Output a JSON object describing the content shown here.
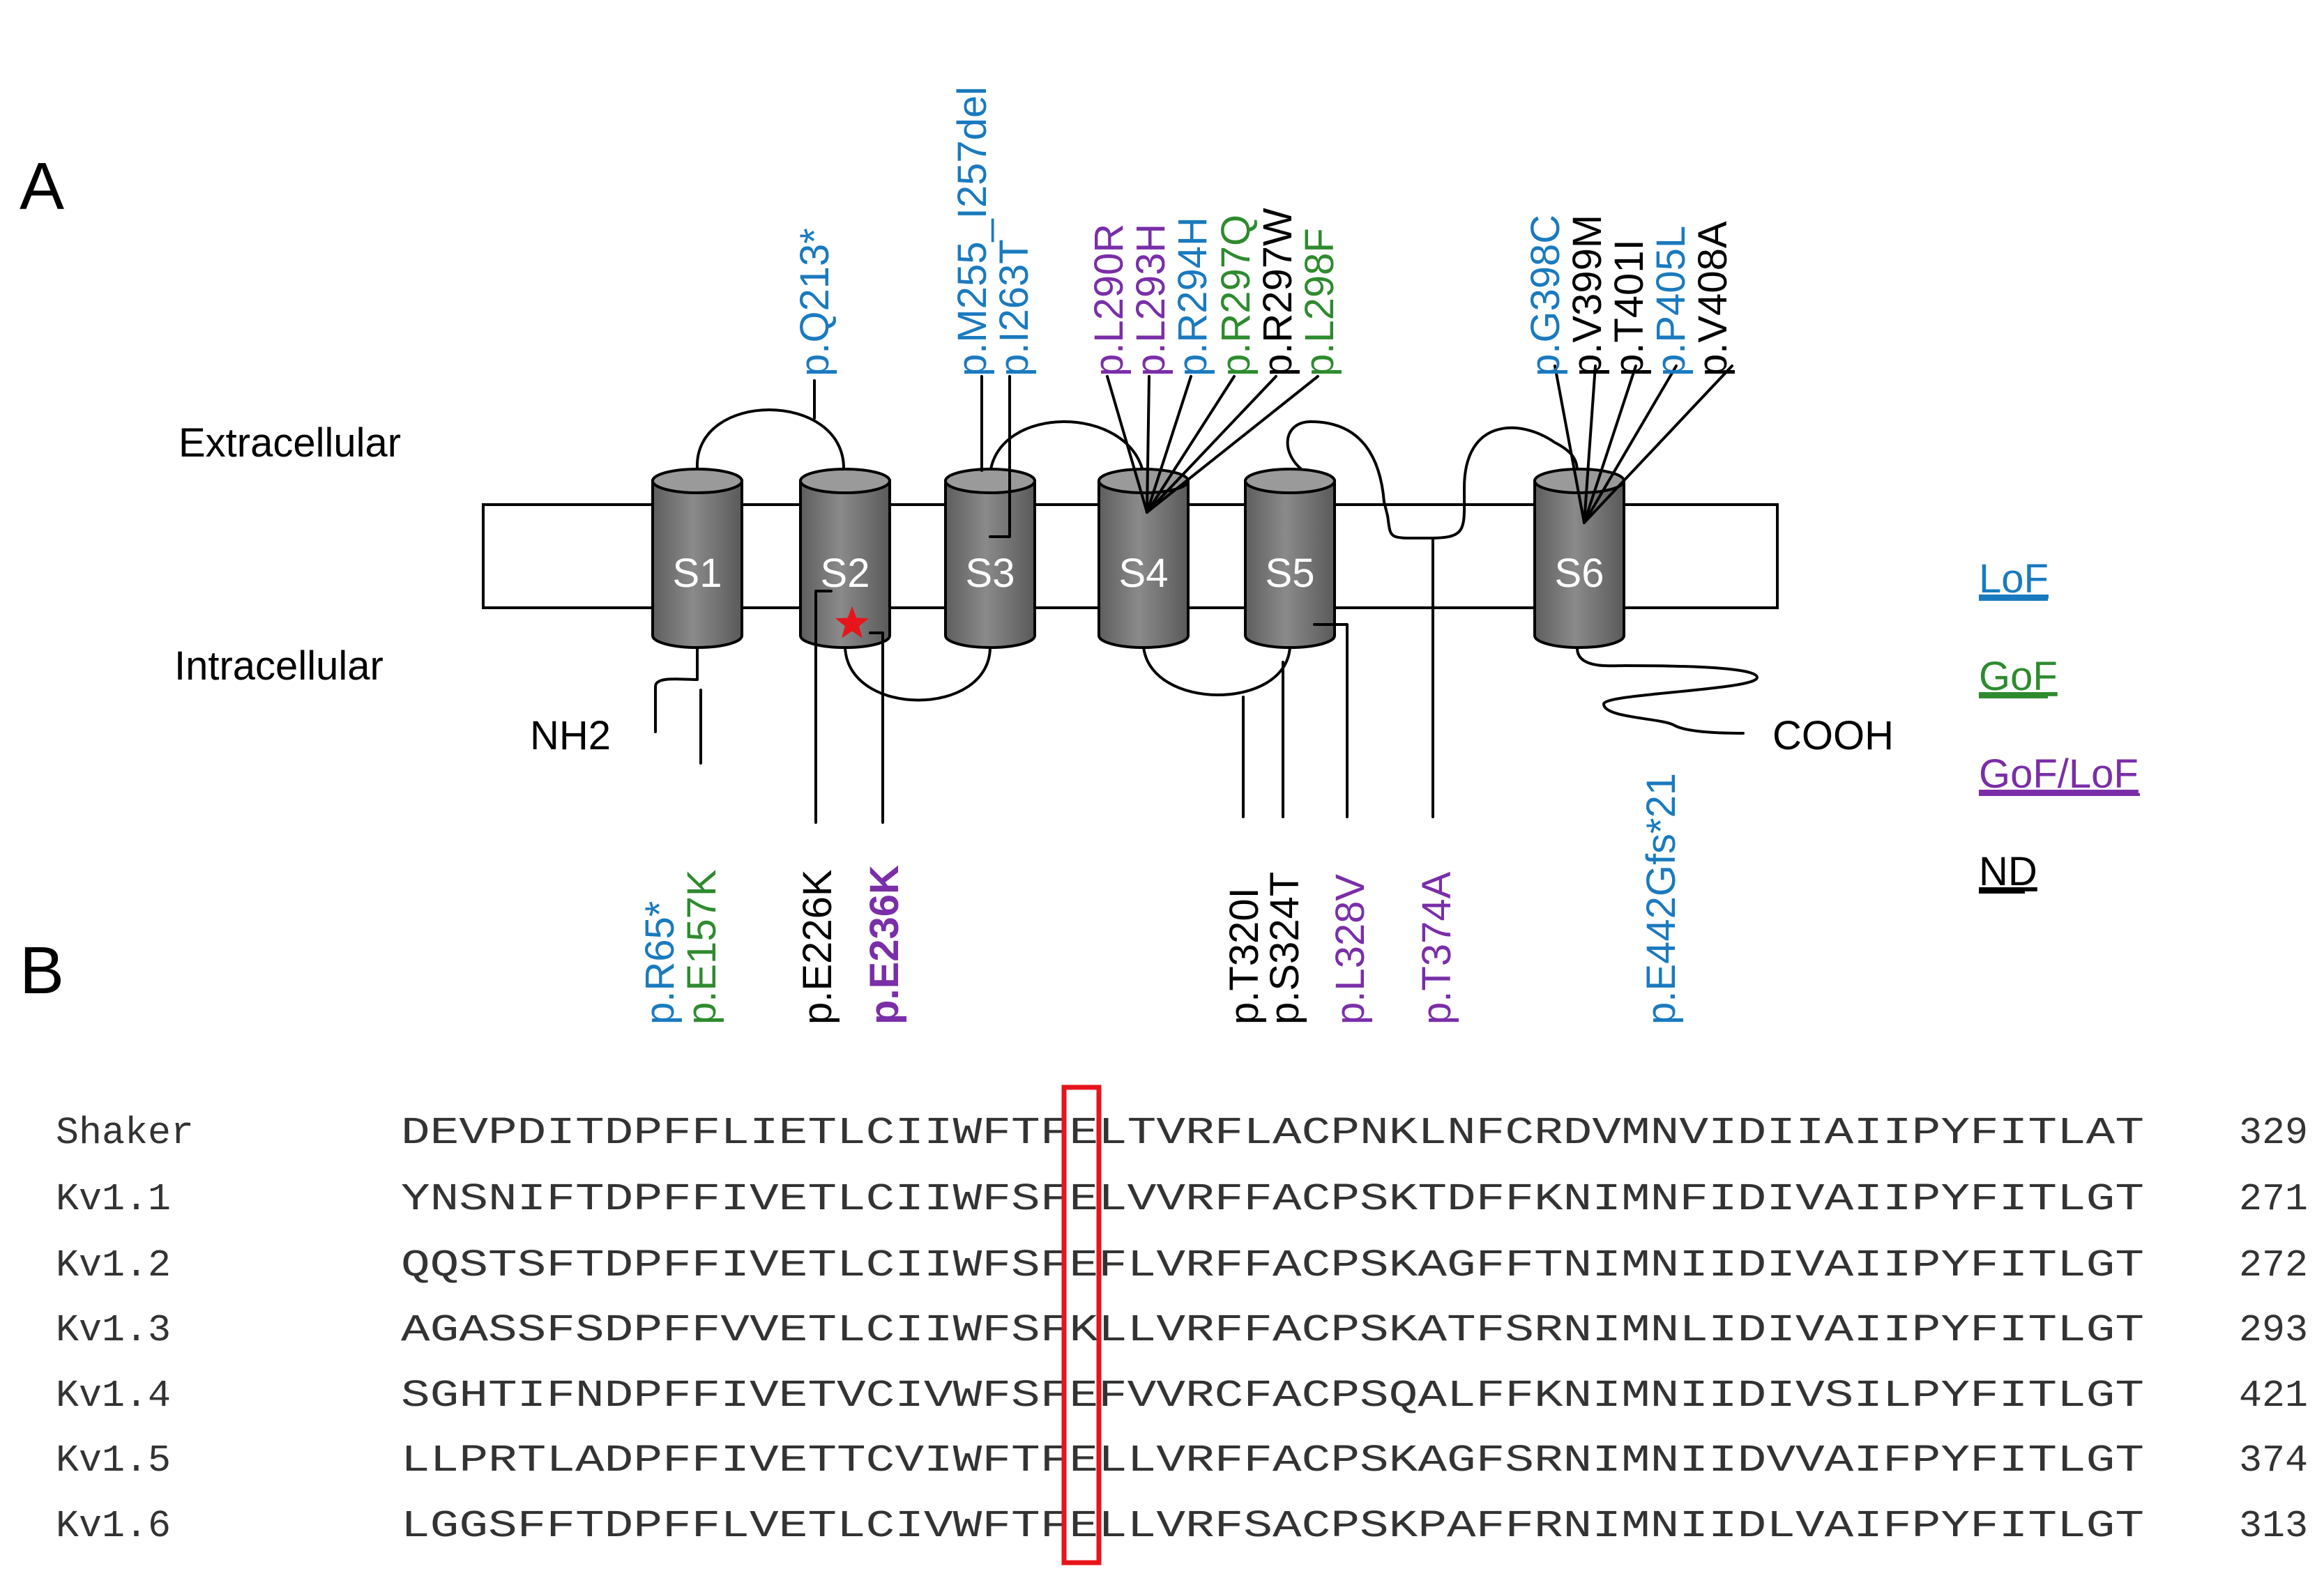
{
  "colors": {
    "lof": "#1a7abf",
    "gof": "#2e8b2e",
    "goflof": "#7a2ea8",
    "nd": "#000000",
    "segment_fill": "#7a7a7a",
    "highlight": "#e8141c"
  },
  "panel_a": {
    "label": "A",
    "extracellular": "Extracellular",
    "intracellular": "Intracellular",
    "nh2": "NH2",
    "cooh": "COOH",
    "star_icon": "red-star-icon",
    "segments": [
      "S1",
      "S2",
      "S3",
      "S4",
      "S5",
      "S6"
    ],
    "top_mutations": [
      {
        "text": "p.Q213*",
        "cls": "lof"
      },
      {
        "text": "p.M255_I257del",
        "cls": "lof"
      },
      {
        "text": "p.I263T",
        "cls": "lof"
      },
      {
        "text": "p.L290R",
        "cls": "goflof"
      },
      {
        "text": "p.L293H",
        "cls": "goflof"
      },
      {
        "text": "p.R294H",
        "cls": "lof"
      },
      {
        "text": "p.R297Q",
        "cls": "gof"
      },
      {
        "text": "p.R297W",
        "cls": "nd"
      },
      {
        "text": "p.L298F",
        "cls": "gof"
      },
      {
        "text": "p.G398C",
        "cls": "lof"
      },
      {
        "text": "p.V399M",
        "cls": "nd"
      },
      {
        "text": "p.T401I",
        "cls": "nd"
      },
      {
        "text": "p.P405L",
        "cls": "lof"
      },
      {
        "text": "p.V408A",
        "cls": "nd"
      }
    ],
    "bottom_mutations": [
      {
        "text": "p.R65*",
        "cls": "lof"
      },
      {
        "text": "p.E157K",
        "cls": "gof"
      },
      {
        "text": "p.E226K",
        "cls": "nd"
      },
      {
        "text": "p.E236K",
        "cls": "goflof",
        "bold": true
      },
      {
        "text": "p.T320I",
        "cls": "nd"
      },
      {
        "text": "p.S324T",
        "cls": "nd"
      },
      {
        "text": "p.L328V",
        "cls": "goflof"
      },
      {
        "text": "p.T374A",
        "cls": "goflof"
      },
      {
        "text": "p.E442Gfs*21",
        "cls": "lof"
      }
    ],
    "legend": [
      {
        "label": "LoF",
        "cls": "lof"
      },
      {
        "label": "GoF",
        "cls": "gof"
      },
      {
        "label": "GoF/LoF",
        "cls": "goflof"
      },
      {
        "label": "ND",
        "cls": "nd"
      }
    ]
  },
  "panel_b": {
    "label": "B",
    "alignment": [
      {
        "name": "Shaker",
        "seq": "DEVPDITDPFFLIETLCIIWFTFELTVRFLACPNKLNFCRDVMNVIDIIAIIPYFITLAT",
        "pos": "329"
      },
      {
        "name": "Kv1.1",
        "seq": "YNSNIFTDPFFIVETLCIIWFSFELVVRFFACPSKTDFFKNIMNFIDIVAIIPYFITLGT",
        "pos": "271"
      },
      {
        "name": "Kv1.2",
        "seq": "QQSTSFTDPFFIVETLCIIWFSFEFLVRFFACPSKAGFFTNIMNIIDIVAIIPYFITLGT",
        "pos": "272"
      },
      {
        "name": "Kv1.3",
        "seq": "AGASSFSDPFFVVETLCIIWFSFKLLVRFFACPSKATFSRNIMNLIDIVAIIPYFITLGT",
        "pos": "293"
      },
      {
        "name": "Kv1.4",
        "seq": "SGHTIFNDPFFIVETVCIVWFSFEFVVRCFACPSQALFFKNIMNIIDIVSILPYFITLGT",
        "pos": "421"
      },
      {
        "name": "Kv1.5",
        "seq": "LLPRTLADPFFIVETTCVIWFTFELLVRFFACPSKAGFSRNIMNIIDVVAIFPYFITLGT",
        "pos": "374"
      },
      {
        "name": "Kv1.6",
        "seq": "LGGSFFTDPFFLVETLCIVWFTFELLVRFSACPSKPAFFRNIMNIIDLVAIFPYFITLGT",
        "pos": "313"
      }
    ]
  }
}
